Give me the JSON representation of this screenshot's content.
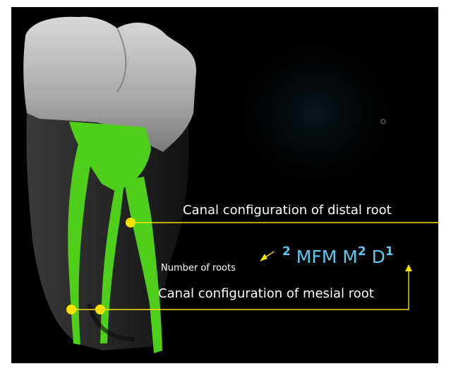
{
  "labels": {
    "distal": "Canal configuration of distal root",
    "mesial": "Canal configuration of mesial root",
    "roots": "Number of roots"
  },
  "formula": {
    "roots_count": "2",
    "tooth_code": "MFM",
    "mesial_letter": "M",
    "mesial_config": "2",
    "distal_letter": "D",
    "distal_config": "1"
  },
  "colors": {
    "background": "#000000",
    "canal_green": "#4fcf1a",
    "pointer_yellow": "#f5e100",
    "formula_blue": "#5ec8ee",
    "label_text": "#ffffff"
  },
  "icons": {
    "pointer": "yellow-dot"
  }
}
